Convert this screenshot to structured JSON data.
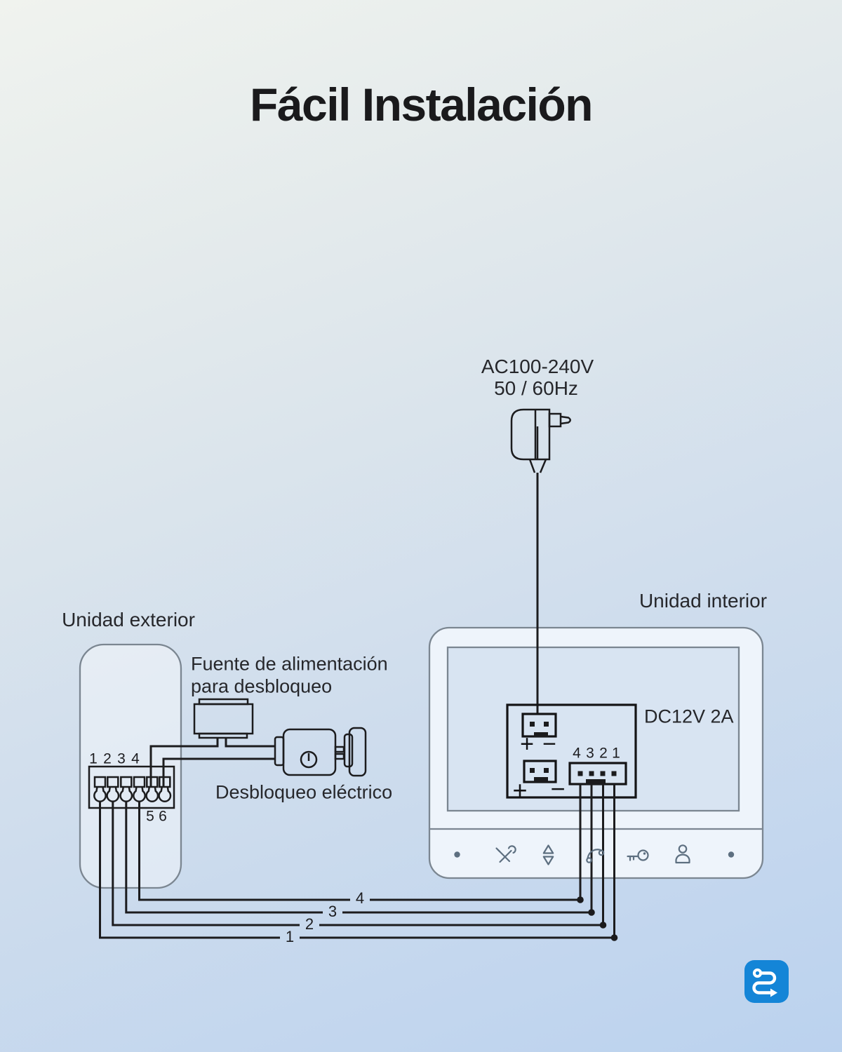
{
  "page": {
    "title": "Fácil Instalación"
  },
  "power_adapter": {
    "line1": "AC100-240V",
    "line2": "50 / 60Hz"
  },
  "indoor_unit": {
    "label": "Unidad interior",
    "dc_rating": "DC12V 2A",
    "connector_pin_labels": [
      "4",
      "3",
      "2",
      "1"
    ],
    "polarity_plus": "+",
    "polarity_minus": "−",
    "button_icons": [
      "led-dot",
      "setup-tools",
      "volume-up-down",
      "phone-handset",
      "unlock-key",
      "monitor-person",
      "led-dot"
    ]
  },
  "outdoor_unit": {
    "label": "Unidad exterior",
    "terminal_labels_top": [
      "1",
      "2",
      "3",
      "4"
    ],
    "terminal_labels_bottom": [
      "5",
      "6"
    ]
  },
  "unlock_power_supply": {
    "label_line1": "Fuente de alimentación",
    "label_line2": "para desbloqueo"
  },
  "electric_lock": {
    "label": "Desbloqueo eléctrico"
  },
  "wire_labels": [
    "4",
    "3",
    "2",
    "1"
  ],
  "colors": {
    "wire": "#1c1c1e",
    "panel_outline": "#7b8691",
    "button_icon": "#5d6f80",
    "logo_blue": "#1485d7"
  },
  "logo": {
    "name": "route-arrow-logo"
  }
}
